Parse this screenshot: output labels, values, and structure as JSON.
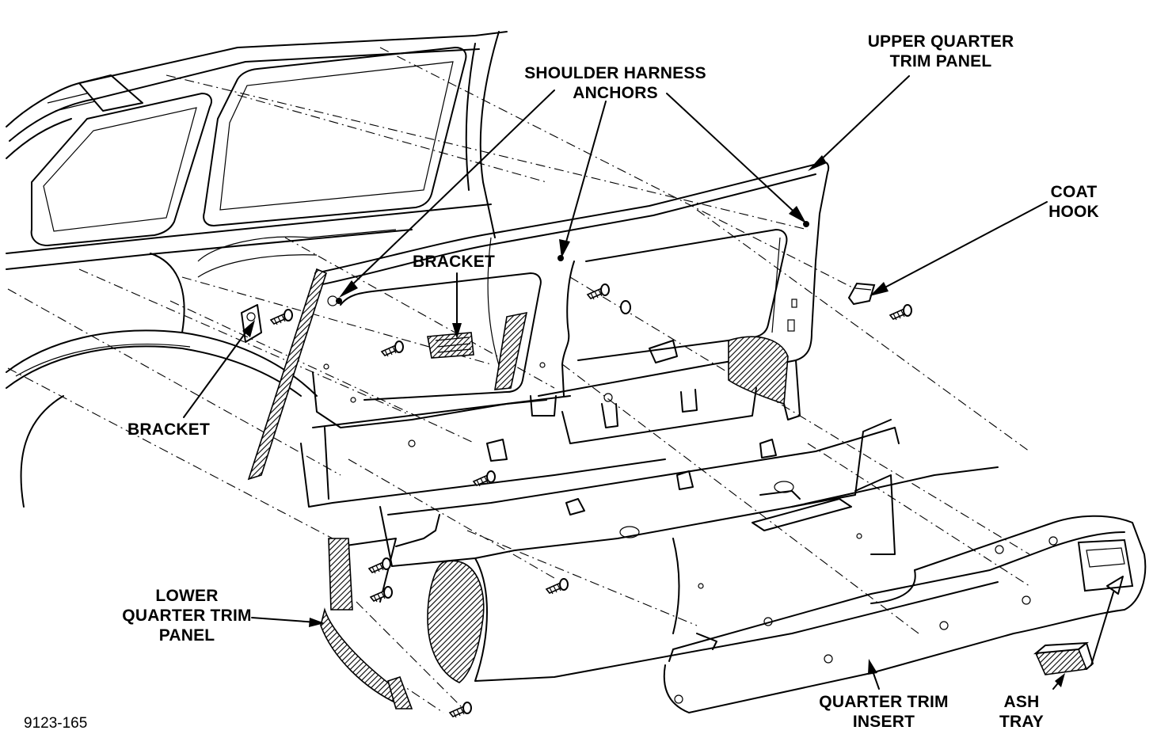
{
  "figure_code": "9123-165",
  "labels": {
    "upper_quarter_trim_panel": [
      "UPPER QUARTER",
      "TRIM PANEL"
    ],
    "shoulder_harness_anchors": [
      "SHOULDER HARNESS",
      "ANCHORS"
    ],
    "coat_hook": [
      "COAT",
      "HOOK"
    ],
    "bracket_upper": "BRACKET",
    "bracket_left": "BRACKET",
    "lower_quarter_trim_panel": [
      "LOWER",
      "QUARTER TRIM",
      "PANEL"
    ],
    "quarter_trim_insert": [
      "QUARTER TRIM",
      "INSERT"
    ],
    "ash_tray": [
      "ASH",
      "TRAY"
    ]
  }
}
